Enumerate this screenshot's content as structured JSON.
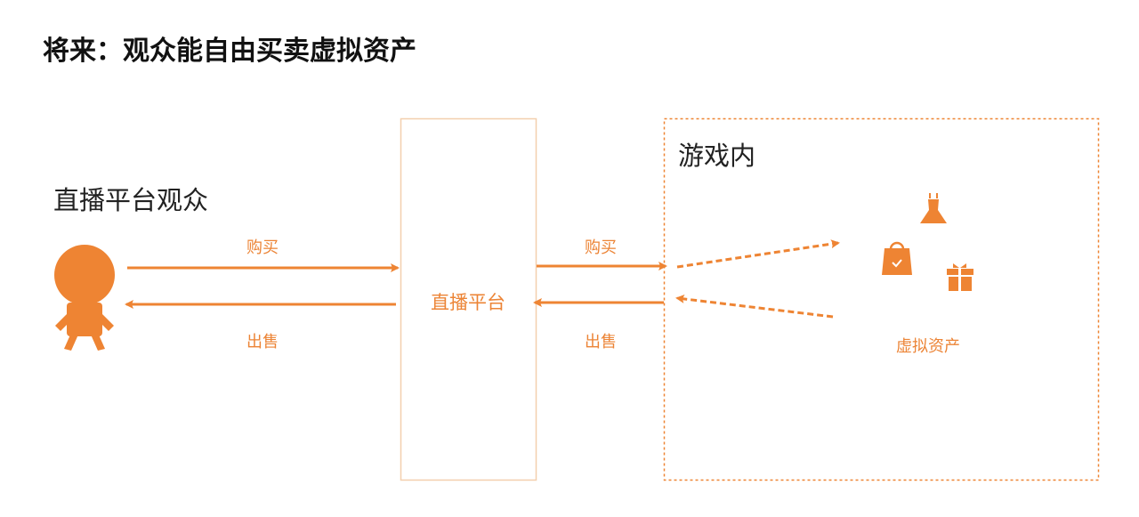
{
  "title": "将来：观众能自由买卖虚拟资产",
  "audience_label": "直播平台观众",
  "platform_label": "直播平台",
  "game_label": "游戏内",
  "assets_label": "虚拟资产",
  "buy_label": "购买",
  "sell_label": "出售",
  "colors": {
    "accent": "#ee8433",
    "box_border": "#f3cfae"
  },
  "icons": [
    "person-icon",
    "dress-icon",
    "shopping-bag-icon",
    "gift-icon"
  ]
}
